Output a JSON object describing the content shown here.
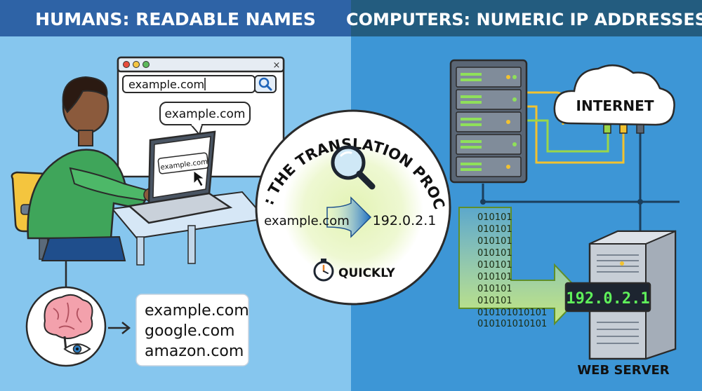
{
  "left_panel": {
    "title": "HUMANS: READABLE NAMES",
    "browser": {
      "search_value": "example.com",
      "close_glyph": "×"
    },
    "speech_bubble": "example.com",
    "laptop_screen_text": "example.com",
    "memory_list": [
      "example.com",
      "google.com",
      "amazon.com"
    ]
  },
  "right_panel": {
    "title": "COMPUTERS: NUMERIC IP ADDRESSES",
    "cloud_label": "INTERNET",
    "binary_lines": [
      "010101",
      "010101",
      "010101",
      "010101",
      "010101",
      "010101",
      "010101",
      "010101",
      "010101010101",
      "010101010101"
    ],
    "server_display": "192.0.2.1",
    "server_label": "WEB SERVER"
  },
  "center": {
    "arc_title": "DNS: THE TRANSLATION PROCESS",
    "from_name": "example.com",
    "to_ip": "192.0.2.1",
    "speed_label": "QUICKLY"
  },
  "colors": {
    "left_header": "#2e63a6",
    "right_header": "#235c7f",
    "left_bg": "#86c6ee",
    "right_bg": "#3d96d6",
    "accent_green": "#c8e88a",
    "display_green": "#5ff05a"
  },
  "icons": [
    "search-icon",
    "magnifier-icon",
    "stopwatch-icon",
    "brain-icon",
    "eye-icon",
    "cloud-icon",
    "server-rack-icon",
    "web-server-icon",
    "mouse-cursor-icon"
  ]
}
